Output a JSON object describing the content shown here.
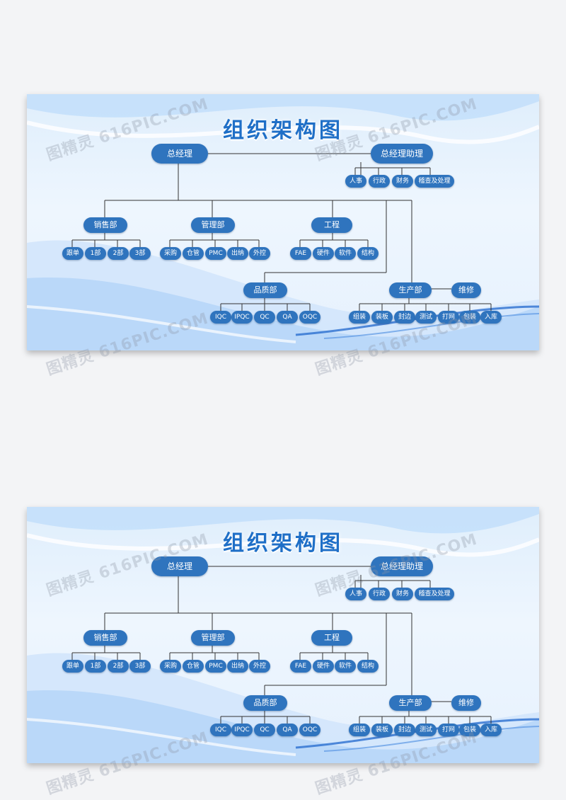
{
  "title": "组织架构图",
  "watermark": "图精灵 616PIC.COM",
  "colors": {
    "node": "#2f74be",
    "title": "#1f6fc7",
    "line": "#333333"
  },
  "top": {
    "ceo": "总经理",
    "assistant": "总经理助理"
  },
  "assistant_units": [
    "人事",
    "行政",
    "财务",
    "稽查及处理"
  ],
  "departments": {
    "sales": {
      "name": "销售部",
      "units": [
        "跟单",
        "1部",
        "2部",
        "3部"
      ]
    },
    "management": {
      "name": "管理部",
      "units": [
        "采购",
        "仓管",
        "PMC",
        "出纳",
        "外控"
      ]
    },
    "engineering": {
      "name": "工程",
      "units": [
        "FAE",
        "硬件",
        "软件",
        "结构"
      ]
    },
    "quality": {
      "name": "品质部",
      "units": [
        "IQC",
        "IPQC",
        "QC",
        "QA",
        "OQC"
      ]
    },
    "production": {
      "name": "生产部",
      "partner": "维修",
      "units": [
        "组装",
        "装板",
        "封边",
        "测试",
        "打网",
        "包装",
        "入库"
      ]
    }
  }
}
